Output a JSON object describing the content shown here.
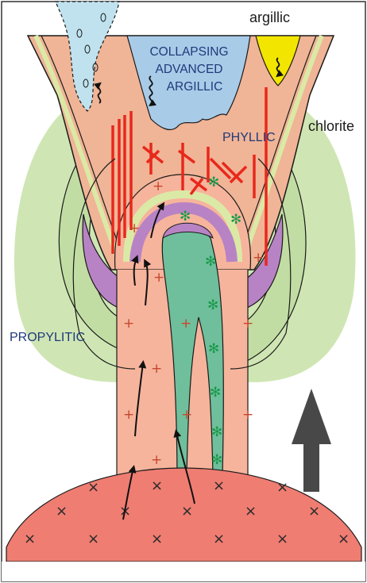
{
  "labels": {
    "argillic": "argillic",
    "collapsing": [
      "COLLAPSING",
      "ADVANCED",
      "ARGILLIC"
    ],
    "phyllic": "PHYLLIC",
    "chlorite": "chlorite",
    "propylitic": "PROPYLITIC"
  },
  "colors": {
    "outline": "#1a1a1a",
    "chlorite_zone": "#cfe6b4",
    "phyllic_zone": "#f0b496",
    "advanced_argillic": "#a8cbe8",
    "argillic": "#f2e600",
    "potassic_core": "#f6b49c",
    "potassic_rim": "#b883c4",
    "sodic_core": "#6fbf9c",
    "sericite_rim": "#dbe9a6",
    "pluton": "#ef7d72",
    "veins": "#e8281c",
    "arrow_up": "#484848"
  },
  "icons": {
    "up_arrow": "large-up-arrow-icon",
    "fluid_arrows": "fluid-flow-arrow-icon",
    "squiggle": "squiggle-arrow-icon"
  }
}
